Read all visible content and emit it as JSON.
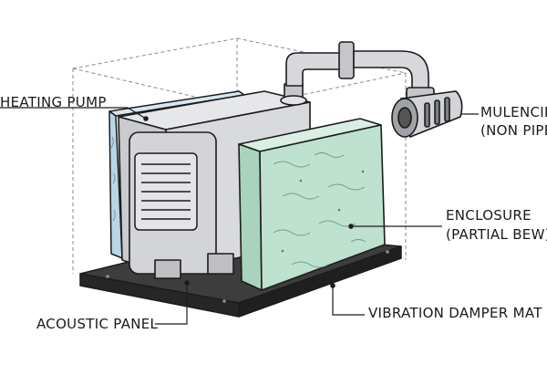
{
  "labels": {
    "heating_pump": "HEATING PUMP",
    "muffler_line1": "MULENCIEI",
    "muffler_line2": "(NON PIPE",
    "enclosure_line1": "ENCLOSURE",
    "enclosure_line2": "(PARTIAL BEW)",
    "vibration_mat": "VIBRATION DAMPER MAT",
    "acoustic_panel": "ACOUSTIC PANEL"
  },
  "colors": {
    "outline": "#1c1c1c",
    "pump_body": "#d9dadd",
    "pump_shadow": "#b9bbbf",
    "insulation_green": "#bfe1cf",
    "insulation_blue": "#b9d6e6",
    "mat": "#2f2f2f",
    "mat_top": "#3d3d3d",
    "enclosure_dashed": "#8a8a8a"
  }
}
